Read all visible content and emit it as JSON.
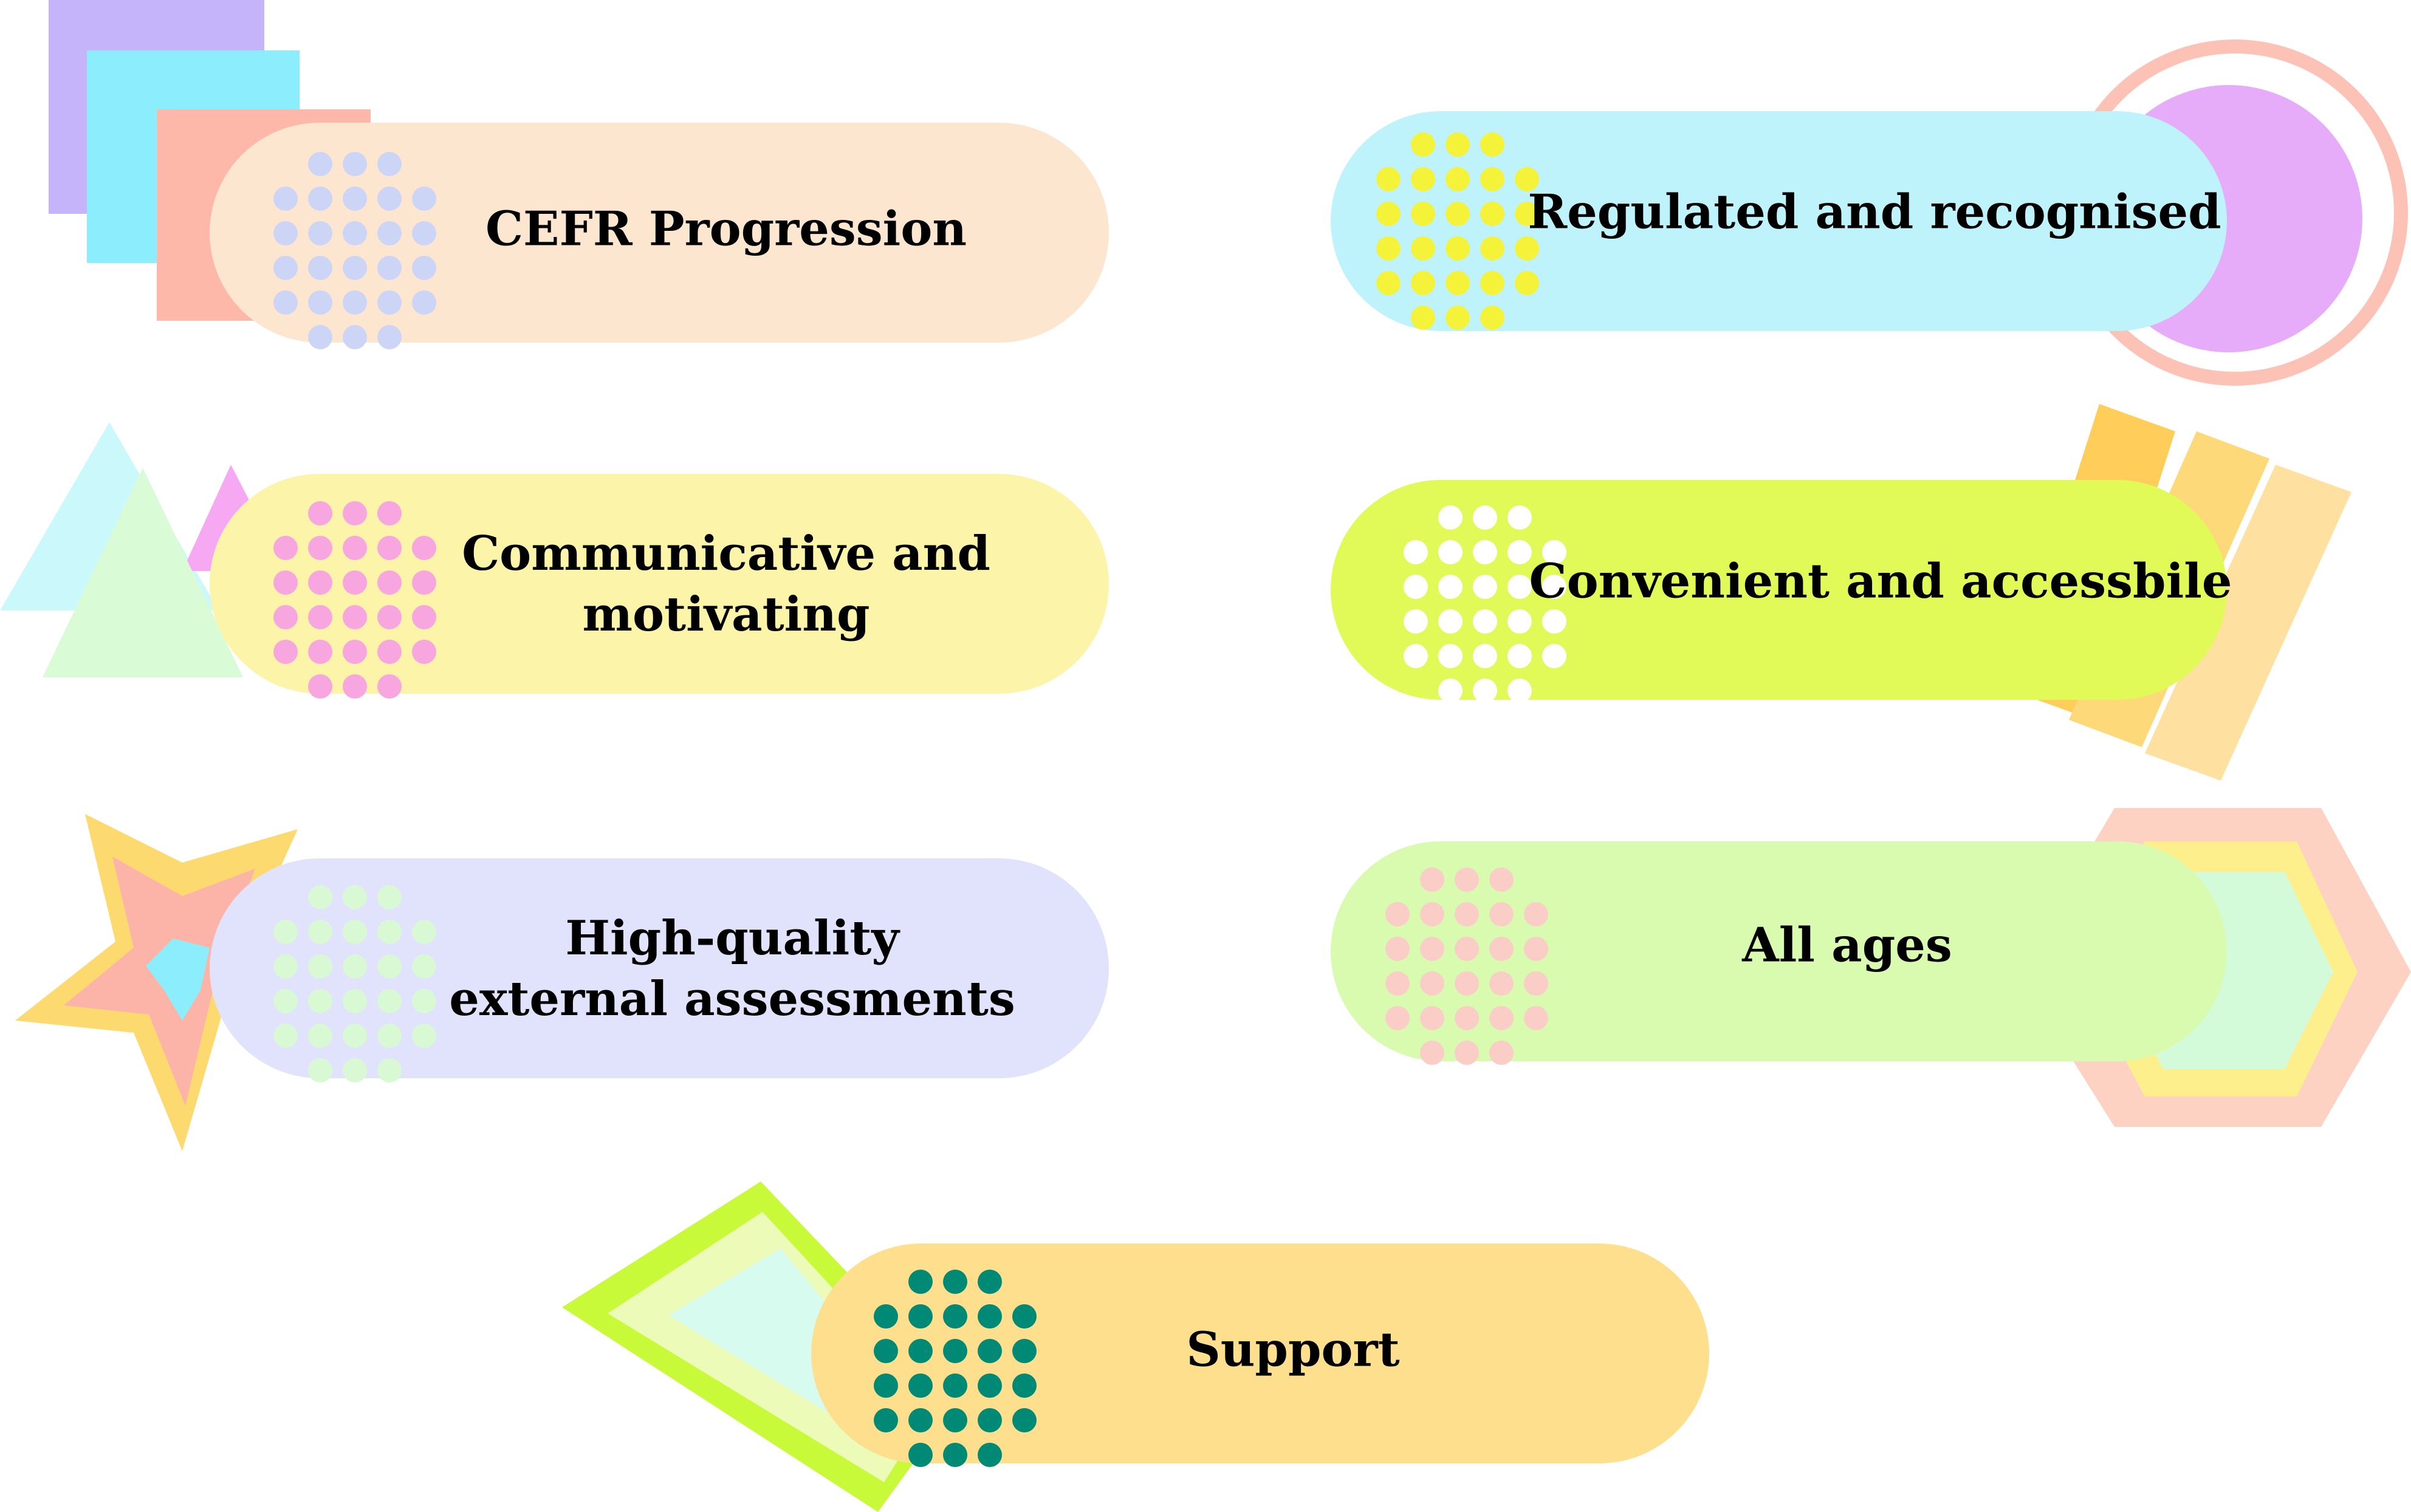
{
  "items": [
    {
      "id": "cefr-progression",
      "lines": [
        "CEFR Progression"
      ],
      "pill_color": "#FDE6CF",
      "dot_color": "#CDD5F7"
    },
    {
      "id": "regulated",
      "lines": [
        "Regulated and recognised"
      ],
      "pill_color": "#BFF3FB",
      "dot_color": "#F5F23A"
    },
    {
      "id": "communicative",
      "lines": [
        "Communicative and",
        "motivating"
      ],
      "pill_color": "#FCF4A8",
      "dot_color": "#F7A6DF"
    },
    {
      "id": "convenient",
      "lines": [
        "Convenient and accessbile"
      ],
      "pill_color": "#E1FA57",
      "dot_color": "#FFFFFF"
    },
    {
      "id": "high-quality",
      "lines": [
        "High-quality",
        "external assessments"
      ],
      "pill_color": "#E1E2FC",
      "dot_color": "#D9F9D4"
    },
    {
      "id": "all-ages",
      "lines": [
        "All ages"
      ],
      "pill_color": "#D9FBAF",
      "dot_color": "#FACDC6"
    },
    {
      "id": "support",
      "lines": [
        "Support"
      ],
      "pill_color": "#FDDF8E",
      "dot_color": "#008A76"
    }
  ]
}
